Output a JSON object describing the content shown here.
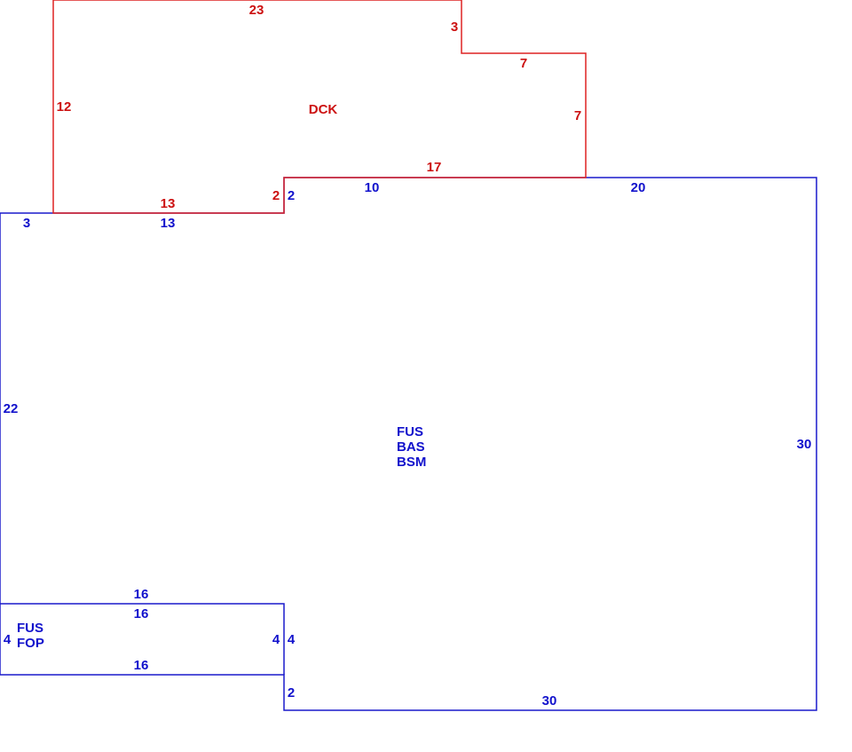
{
  "colors": {
    "deck": "#dd2222",
    "house": "#1a1acc"
  },
  "deck": {
    "area_label": "DCK",
    "dims": {
      "top": "23",
      "right_step": "3",
      "step_top": "7",
      "step_right": "7",
      "bottom_right": "17",
      "left": "12",
      "bottom_left": "13",
      "notch": "2"
    }
  },
  "house": {
    "area_labels": [
      "FUS",
      "BAS",
      "BSM"
    ],
    "dims": {
      "top_left_small": "3",
      "top_left": "13",
      "notch": "2",
      "top_middle": "10",
      "top_right": "20",
      "left": "22",
      "right": "30",
      "bottom": "30",
      "bottom_step": "2"
    }
  },
  "porch": {
    "area_labels": [
      "FUS",
      "FOP"
    ],
    "dims": {
      "top_outer": "16",
      "top_inner": "16",
      "bottom": "16",
      "left": "4",
      "right_inner": "4",
      "right_outer": "4"
    }
  }
}
